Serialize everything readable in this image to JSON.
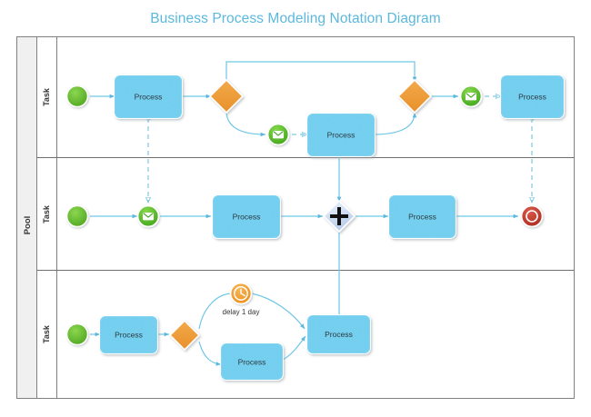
{
  "title": "Business Process Modeling Notation Diagram",
  "title_color": "#5BB8DE",
  "colors": {
    "process_fill": "#6FD0F2",
    "process_stroke": "#FFFFFF",
    "gateway_exclusive_fill": "#EE9A33",
    "gateway_parallel_fill": "#C9D9F0",
    "start_event_fill": "#5FBE2B",
    "message_event_fill": "#56C031",
    "timer_event_fill": "#F29A21",
    "end_event_fill": "#C0392B",
    "flow_line": "#6EC6E6",
    "pool_border": "#808080",
    "pool_header_fill": "#F0F0F0"
  },
  "pool": {
    "label": "Pool",
    "lanes": [
      {
        "label": "Task"
      },
      {
        "label": "Task"
      },
      {
        "label": "Task"
      }
    ]
  },
  "lane1": {
    "start_event": {
      "name": "start-event"
    },
    "process_1": {
      "label": "Process"
    },
    "gateway_1": {
      "name": "exclusive-gateway"
    },
    "message_event_1": {
      "name": "message-intermediate-event"
    },
    "process_2": {
      "label": "Process"
    },
    "gateway_2": {
      "name": "exclusive-gateway"
    },
    "message_event_2": {
      "name": "message-intermediate-event"
    },
    "process_3": {
      "label": "Process"
    }
  },
  "lane2": {
    "start_event": {
      "name": "start-event"
    },
    "message_event_1": {
      "name": "message-intermediate-event"
    },
    "process_1": {
      "label": "Process"
    },
    "gateway_parallel": {
      "name": "parallel-gateway"
    },
    "process_2": {
      "label": "Process"
    },
    "end_event": {
      "name": "end-event"
    }
  },
  "lane3": {
    "start_event": {
      "name": "start-event"
    },
    "process_1": {
      "label": "Process"
    },
    "gateway_1": {
      "name": "exclusive-gateway"
    },
    "timer_event": {
      "name": "timer-intermediate-event",
      "label": "delay 1 day"
    },
    "process_2": {
      "label": "Process"
    },
    "process_3": {
      "label": "Process"
    }
  }
}
